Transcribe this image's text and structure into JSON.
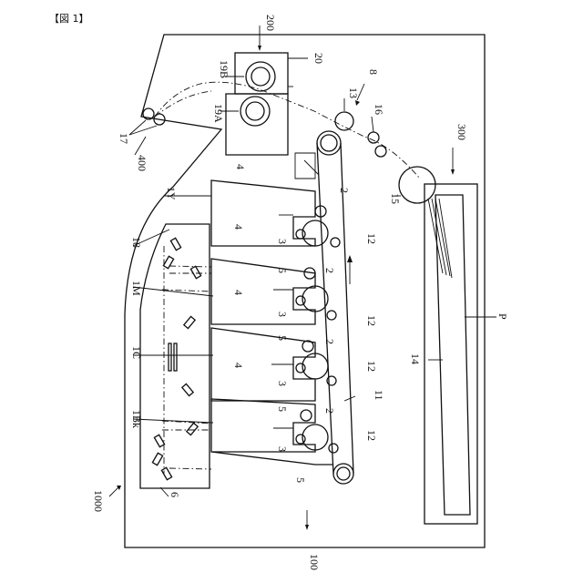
{
  "figure": {
    "title": "【図 1】"
  },
  "labels": {
    "l200": "200",
    "l20": "20",
    "l19B": "19B",
    "l19A": "19A",
    "l8": "8",
    "l13": "13",
    "l16": "16",
    "l17": "17",
    "l300": "300",
    "l400": "400",
    "l15": "15",
    "l1Y": "1Y",
    "l18": "18",
    "l1M": "1M",
    "l1C": "1C",
    "l1Bk": "1Bk",
    "l14": "14",
    "lP": "P",
    "l11": "11",
    "l6": "6",
    "l1000": "1000",
    "l100": "100",
    "l2": "2",
    "l3": "3",
    "l4": "4",
    "l5": "5",
    "l12": "12"
  }
}
